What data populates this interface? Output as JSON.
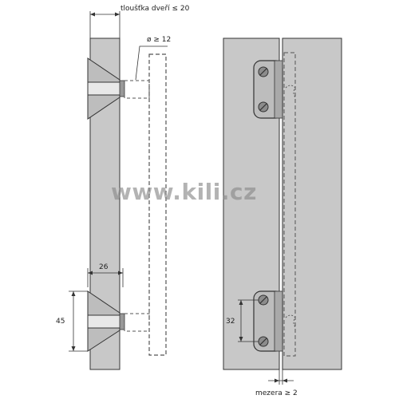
{
  "labels": {
    "door_thickness": "tloušťka dveří  ≤ 20",
    "diameter": "ø ≥ 12",
    "width_26": "26",
    "height_45": "45",
    "spacing_32": "32",
    "gap": "mezera ≥ 2"
  },
  "watermark": "www.kili.cz",
  "colors": {
    "panel": "#c8c8c8",
    "hinge_fill": "#bdbdbd",
    "hinge_stroke": "#444444",
    "line": "#333333",
    "dashed": "#555555",
    "watermark": "#8a8a8a"
  }
}
